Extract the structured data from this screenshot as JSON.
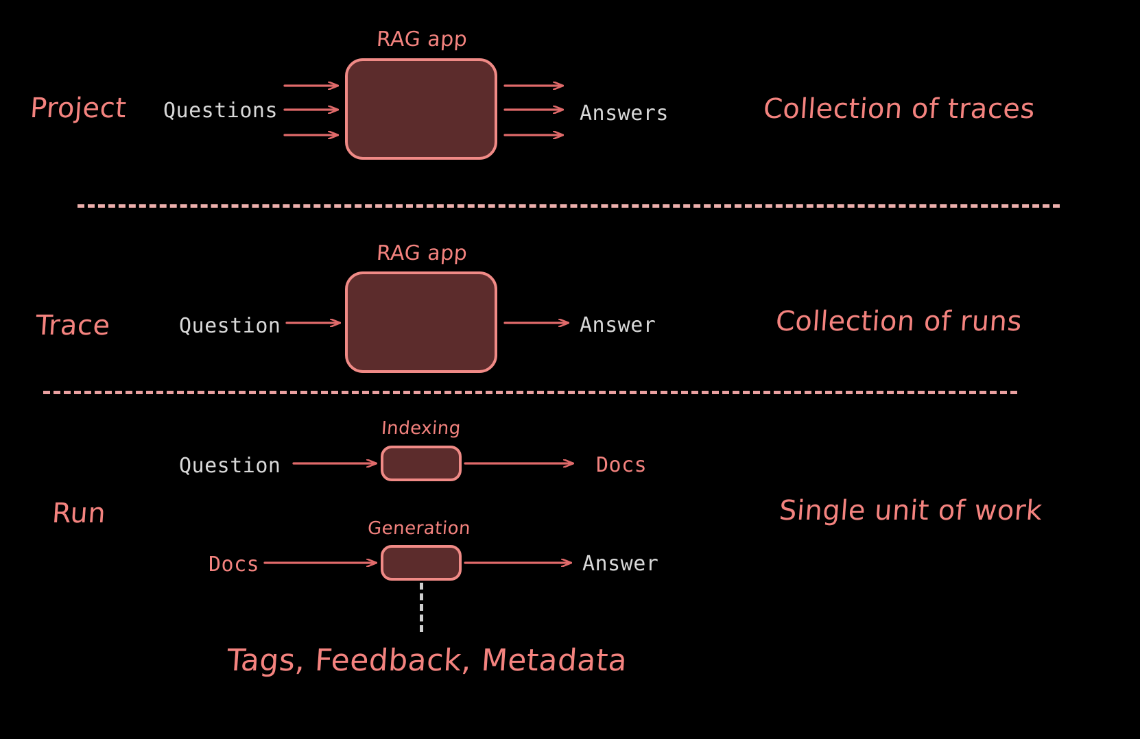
{
  "theme": {
    "background": "#000000",
    "accent_pink": "#f4837f",
    "box_fill": "#5c2c2c",
    "box_stroke": "#f08a86",
    "mono_text": "#d8d8d8",
    "separator": "#e9a0a0",
    "dashed_connector": "#cfcfcf"
  },
  "rows": [
    {
      "id": "project",
      "label": "Project",
      "description": "Collection of traces",
      "box_title": "RAG app",
      "input_label": "Questions",
      "output_label": "Answers",
      "arrow_count_in": 3,
      "arrow_count_out": 3
    },
    {
      "id": "trace",
      "label": "Trace",
      "description": "Collection of runs",
      "box_title": "RAG app",
      "input_label": "Question",
      "output_label": "Answer",
      "arrow_count_in": 1,
      "arrow_count_out": 1
    },
    {
      "id": "run",
      "label": "Run",
      "description": "Single unit of work",
      "steps": [
        {
          "box_title": "Indexing",
          "input_label": "Question",
          "output_label": "Docs"
        },
        {
          "box_title": "Generation",
          "input_label": "Docs",
          "output_label": "Answer"
        }
      ],
      "annotation": "Tags, Feedback, Metadata"
    }
  ],
  "separators": [
    {
      "id": "separator-top",
      "style": "dashed"
    },
    {
      "id": "separator-bottom",
      "style": "dashed"
    }
  ]
}
